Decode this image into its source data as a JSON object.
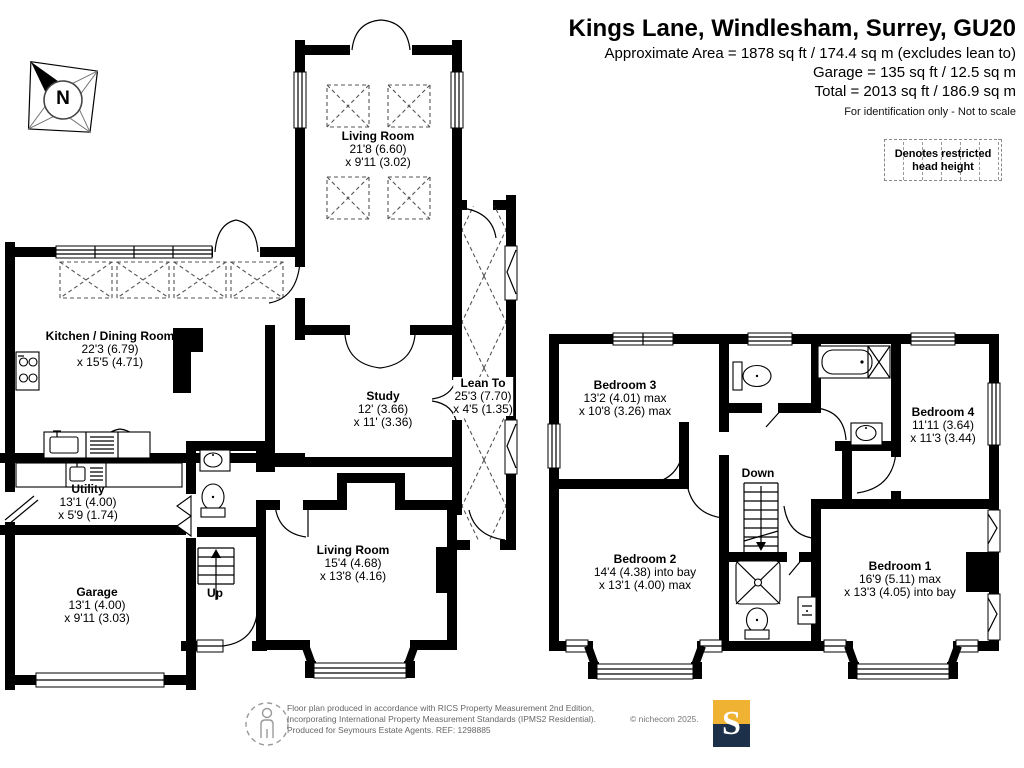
{
  "header": {
    "title": "Kings Lane, Windlesham, Surrey, GU20",
    "area_lines": [
      "Approximate Area = 1878 sq ft / 174.4 sq m (excludes lean to)",
      "Garage = 135 sq ft / 12.5 sq m",
      "Total = 2013 sq ft / 186.9 sq m"
    ],
    "disclaimer": "For identification only - Not to scale",
    "legend_line1": "Denotes restricted",
    "legend_line2": "head height"
  },
  "compass": {
    "north_label": "N"
  },
  "ground_floor": {
    "stairs_label": "Up",
    "rooms": [
      {
        "name": "Living Room",
        "dim1": "21'8 (6.60)",
        "dim2": "x 9'11 (3.02)"
      },
      {
        "name": "Kitchen / Dining Room",
        "dim1": "22'3 (6.79)",
        "dim2": "x 15'5 (4.71)"
      },
      {
        "name": "Study",
        "dim1": "12' (3.66)",
        "dim2": "x 11' (3.36)"
      },
      {
        "name": "Lean To",
        "dim1": "25'3 (7.70)",
        "dim2": "x 4'5 (1.35)"
      },
      {
        "name": "Utility",
        "dim1": "13'1 (4.00)",
        "dim2": "x 5'9 (1.74)"
      },
      {
        "name": "Garage",
        "dim1": "13'1 (4.00)",
        "dim2": "x 9'11 (3.03)"
      },
      {
        "name": "Living Room",
        "dim1": "15'4 (4.68)",
        "dim2": "x 13'8 (4.16)"
      }
    ]
  },
  "first_floor": {
    "stairs_label": "Down",
    "rooms": [
      {
        "name": "Bedroom 3",
        "dim1": "13'2 (4.01) max",
        "dim2": "x 10'8 (3.26) max"
      },
      {
        "name": "Bedroom 4",
        "dim1": "11'11 (3.64)",
        "dim2": "x 11'3 (3.44)"
      },
      {
        "name": "Bedroom 2",
        "dim1": "14'4 (4.38) into bay",
        "dim2": "x 13'1 (4.00) max"
      },
      {
        "name": "Bedroom 1",
        "dim1": "16'9 (5.11) max",
        "dim2": "x 13'3 (4.05) into bay"
      }
    ]
  },
  "footer": {
    "line1": "Floor plan produced in accordance with RICS Property Measurement 2nd Edition,",
    "line2": "Incorporating International Property Measurement Standards (IPMS2 Residential).",
    "line3": "Produced for Seymours Estate Agents.   REF: 1298885",
    "copyright": "© nichecom 2025.",
    "logo_letter": "S",
    "logo_color_top": "#F0B232",
    "logo_color_bottom": "#1D3049"
  }
}
